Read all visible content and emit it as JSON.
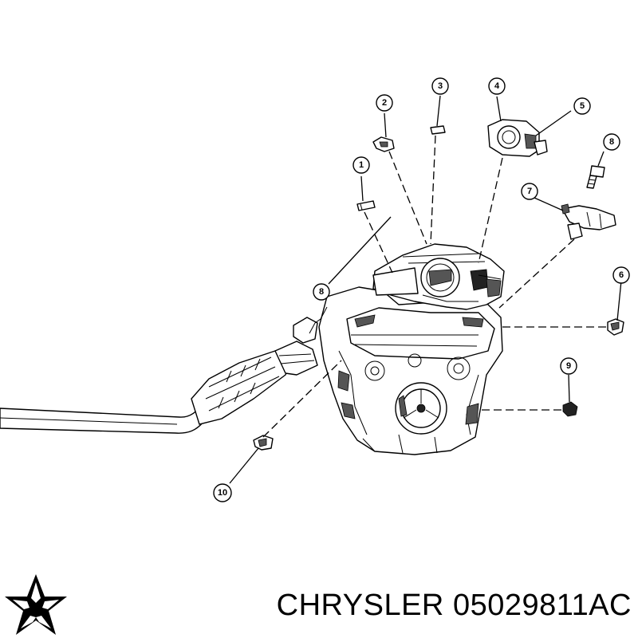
{
  "brand": "CHRYSLER",
  "part_number": "05029811AC",
  "logo_icon": "chrysler-pentastar-icon",
  "callouts": [
    {
      "label": "1"
    },
    {
      "label": "2"
    },
    {
      "label": "3"
    },
    {
      "label": "4"
    },
    {
      "label": "5"
    },
    {
      "label": "6"
    },
    {
      "label": "7"
    },
    {
      "label": "8"
    },
    {
      "label": "8"
    },
    {
      "label": "9"
    },
    {
      "label": "10"
    }
  ]
}
